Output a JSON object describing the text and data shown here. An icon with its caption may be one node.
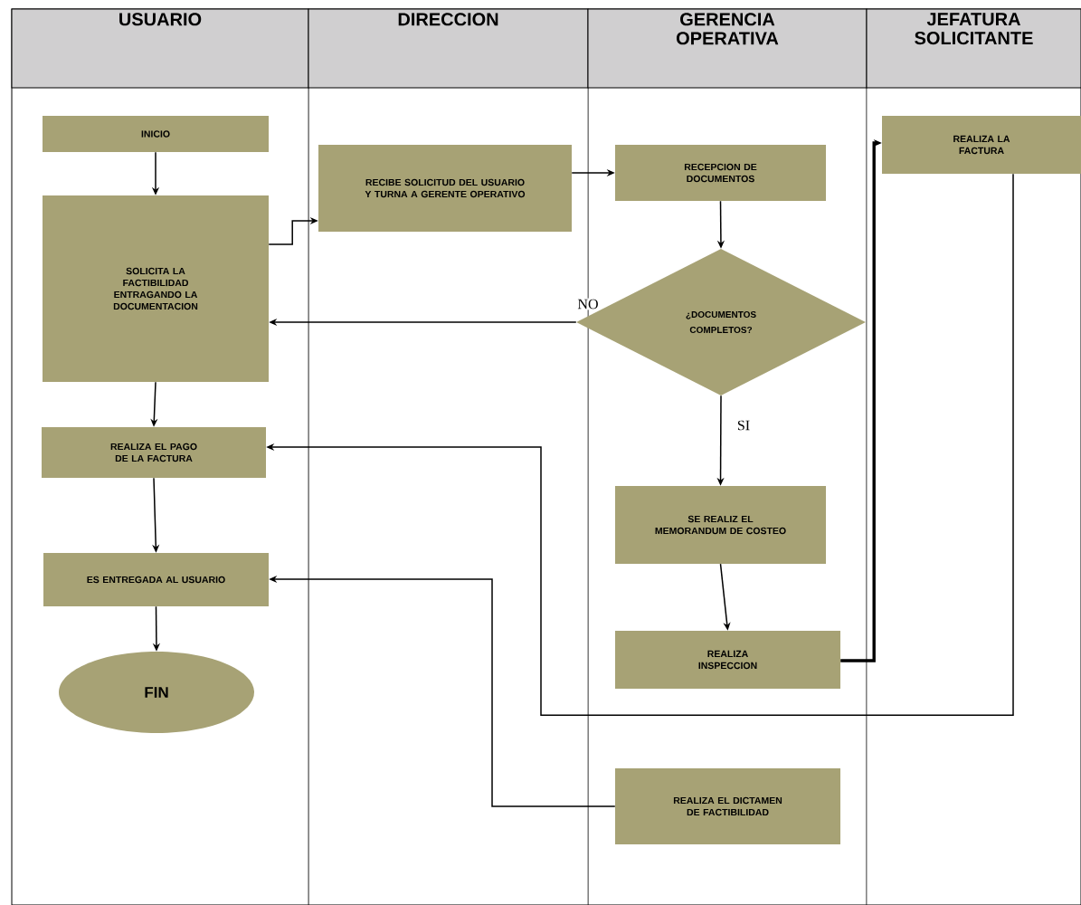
{
  "diagram": {
    "nodes": [
      {
        "text": [
          "USUARIO"
        ]
      },
      {
        "text": [
          "DIRECCION"
        ]
      },
      {
        "text": [
          "GERENCIA OPERATIVA"
        ]
      },
      {
        "text": [
          "JEFATURA SOLICITANTE"
        ]
      },
      {
        "text": [
          "INICIO"
        ]
      },
      {
        "text": [
          "SOLICITA LA FACTIBILIDAD ENTRAGANDO LA DOCUMENTACION"
        ]
      },
      {
        "text": [
          "RECIBE SOLICITUD DEL USUARIO Y TURNA A GERENTE OPERATIVO"
        ]
      },
      {
        "text": [
          "RECEPCION DE DOCUMENTOS"
        ]
      },
      {
        "text": [
          "¿DOCUMENTOS COMPLETOS?"
        ]
      },
      {
        "text": [
          "REALIZA LA FACTURA"
        ]
      },
      {
        "text": [
          "REALIZA EL PAGO DE LA FACTURA"
        ]
      },
      {
        "text": [
          "SE REALIZ EL MEMORANDUM DE COSTEO"
        ]
      },
      {
        "text": [
          "ES ENTREGADA AL USUARIO"
        ]
      },
      {
        "text": [
          "REALIZA INSPECCION"
        ]
      },
      {
        "text": [
          "FIN"
        ]
      },
      {
        "text": [
          "REALIZA EL DICTAMEN DE FACTIBILIDAD"
        ]
      }
    ],
    "edges": [
      {
        "from": 4,
        "to": 5,
        "arrow": "to"
      },
      {
        "from": 5,
        "to": 6,
        "arrow": "to"
      },
      {
        "from": 6,
        "to": 7,
        "arrow": "to"
      },
      {
        "from": 7,
        "to": 8,
        "arrow": "to"
      },
      {
        "from": 8,
        "to": 5,
        "arrow": "to",
        "label": "NO"
      },
      {
        "from": 8,
        "to": 11,
        "arrow": "to",
        "label": "SI"
      },
      {
        "from": 5,
        "to": 10,
        "arrow": "to"
      },
      {
        "from": 10,
        "to": 12,
        "arrow": "to"
      },
      {
        "from": 12,
        "to": 14,
        "arrow": "to"
      },
      {
        "from": 11,
        "to": 13,
        "arrow": "to"
      },
      {
        "from": 13,
        "to": 9,
        "arrow": "to",
        "style": "thick"
      },
      {
        "from": 9,
        "to": 10,
        "arrow": "to"
      },
      {
        "from": 15,
        "to": 12,
        "arrow": "to"
      }
    ]
  }
}
